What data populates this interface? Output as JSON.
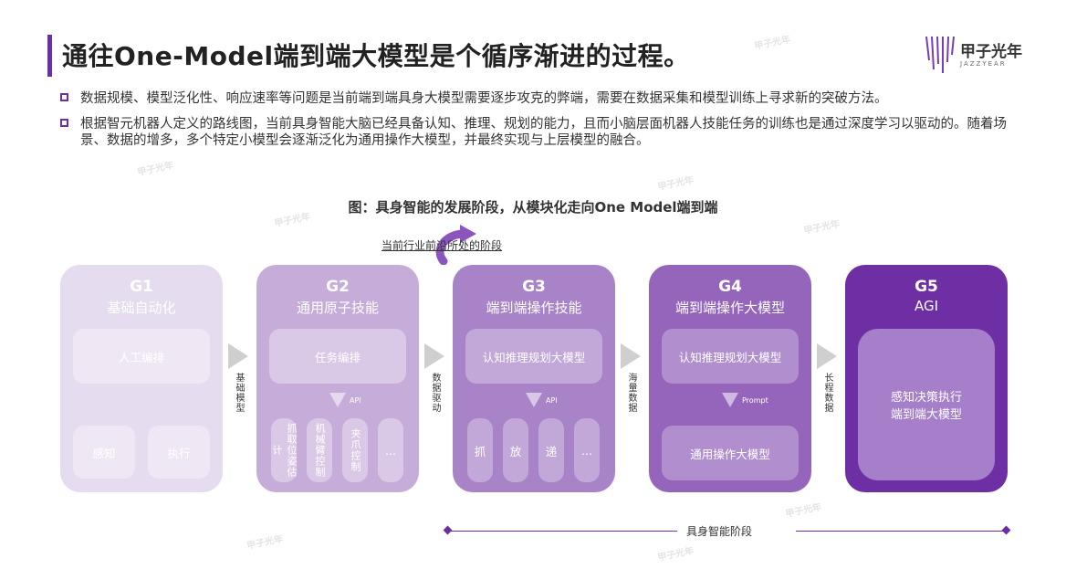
{
  "title": "通往One-Model端到端大模型是个循序渐进的过程。",
  "logo": {
    "name": "甲子光年",
    "sub": "JAZZYEAR"
  },
  "bullets": [
    "数据规模、模型泛化性、响应速率等问题是当前端到端具身大模型需要逐步攻克的弊端，需要在数据采集和模型训练上寻求新的突破方法。",
    "根据智元机器人定义的路线图，当前具身智能大脑已经具备认知、推理、规划的能力，且而小脑层面机器人技能任务的训练也是通过深度学习以驱动的。随着场景、数据的增多，多个特定小模型会逐渐泛化为通用操作大模型，并最终实现与上层模型的融合。"
  ],
  "figure_title": "图：具身智能的发展阶段，从模块化走向One Model端到端",
  "current_label": "当前行业前沿所处的阶段",
  "stages": [
    {
      "g": "G1",
      "name": "基础自动化",
      "top_box": "人工编排",
      "bottom": [
        "感知",
        "执行"
      ],
      "color": "#e6dcef"
    },
    {
      "g": "G2",
      "name": "通用原子技能",
      "top_box": "任务编排",
      "api": "API",
      "bottom": [
        "抓取位姿估计",
        "机械臂控制",
        "夹爪控制",
        "..."
      ],
      "color": "#c6acd9"
    },
    {
      "g": "G3",
      "name": "端到端操作技能",
      "top_box": "认知推理规划大模型",
      "api": "API",
      "bottom": [
        "抓",
        "放",
        "递",
        "..."
      ],
      "color": "#a883c8"
    },
    {
      "g": "G4",
      "name": "端到端操作大模型",
      "top_box": "认知推理规划大模型",
      "api": "Prompt",
      "bottom_box": "通用操作大模型",
      "color": "#9465bb"
    },
    {
      "g": "G5",
      "name": "AGI",
      "center_box": "感知决策执行\n端到端大模型",
      "color": "#6d2fa3"
    }
  ],
  "connectors": [
    "基础模型",
    "数据驱动",
    "海量数据",
    "长程数据"
  ],
  "stage_label": "具身智能阶段",
  "watermark": "甲子光年"
}
